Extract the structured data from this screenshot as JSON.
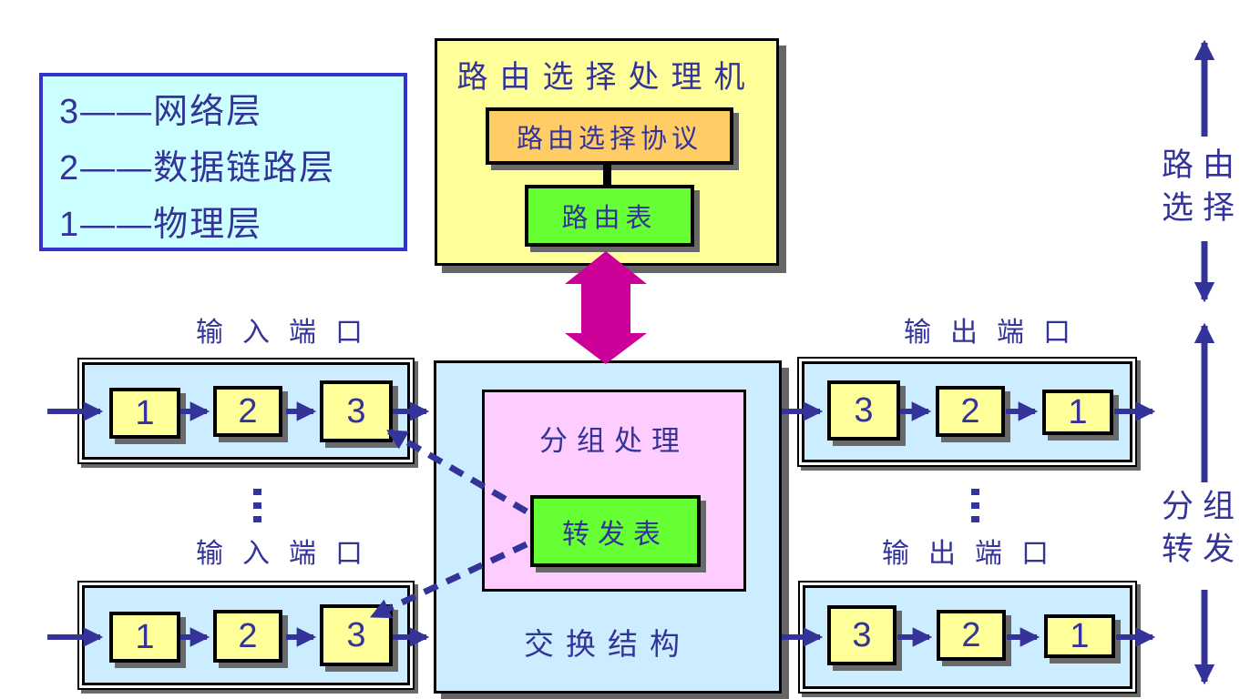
{
  "legend": {
    "lines": [
      "3——网络层",
      "2——数据链路层",
      "1——物理层"
    ]
  },
  "routing_processor": {
    "title": "路由选择处理机",
    "protocol_box": "路由选择协议",
    "routing_table_box": "路由表"
  },
  "switch_fabric": {
    "packet_processing_label": "分组处理",
    "forwarding_table_box": "转发表",
    "fabric_label": "交换结构"
  },
  "ports": {
    "input_label_top": "输入端口",
    "input_label_bottom": "输入端口",
    "output_label_top": "输出端口",
    "output_label_bottom": "输出端口",
    "input_top_sequence": [
      "1",
      "2",
      "3"
    ],
    "input_bottom_sequence": [
      "1",
      "2",
      "3"
    ],
    "output_top_sequence": [
      "3",
      "2",
      "1"
    ],
    "output_bottom_sequence": [
      "3",
      "2",
      "1"
    ]
  },
  "side_annotations": {
    "routing": [
      "路由",
      "选择"
    ],
    "forwarding": [
      "分组",
      "转发"
    ]
  },
  "colors": {
    "text_blue": "#333399",
    "legend_fill": "#CCFFFF",
    "legend_border": "#3333CC",
    "processor_fill": "#FFFF99",
    "protocol_fill": "#FFCC66",
    "table_fill": "#66FF33",
    "fabric_fill": "#CCECFF",
    "packet_fill": "#FFCCFF",
    "arrow_blue": "#333399",
    "arrow_magenta": "#CC0099"
  }
}
